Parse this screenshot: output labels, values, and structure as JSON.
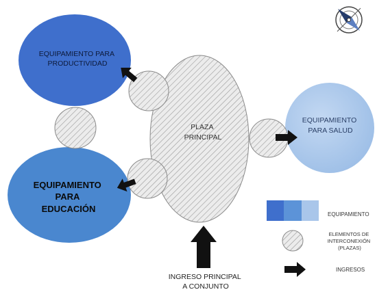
{
  "nodes": {
    "productividad": {
      "line1": "EQUIPAMIENTO PARA",
      "line2": "PRODUCTIVIDAD",
      "color": "#3f6fcc"
    },
    "educacion": {
      "line1": "EQUIPAMIENTO",
      "line2": "PARA",
      "line3": "EDUCACIÓN",
      "color": "#4a87cf"
    },
    "salud": {
      "line1": "EQUIPAMIENTO",
      "line2": "PARA SALUD",
      "color": "#a9c6ea"
    },
    "plaza": {
      "line1": "PLAZA",
      "line2": "PRINCIPAL"
    }
  },
  "entrance": {
    "line1": "INGRESO PRINCIPAL",
    "line2": "A CONJUNTO"
  },
  "legend": {
    "equipamiento": "EQUIPAMIENTO",
    "interconexion_line1": "ELEMENTOS DE",
    "interconexion_line2": "INTERCONEXIÓN",
    "interconexion_line3": "(PLAZAS)",
    "ingresos": "INGRESOS",
    "swatch_colors": [
      "#3f6fcc",
      "#5c93d8",
      "#a9c6ea"
    ]
  },
  "icons": {
    "compass": "north-arrow-compass-icon"
  }
}
